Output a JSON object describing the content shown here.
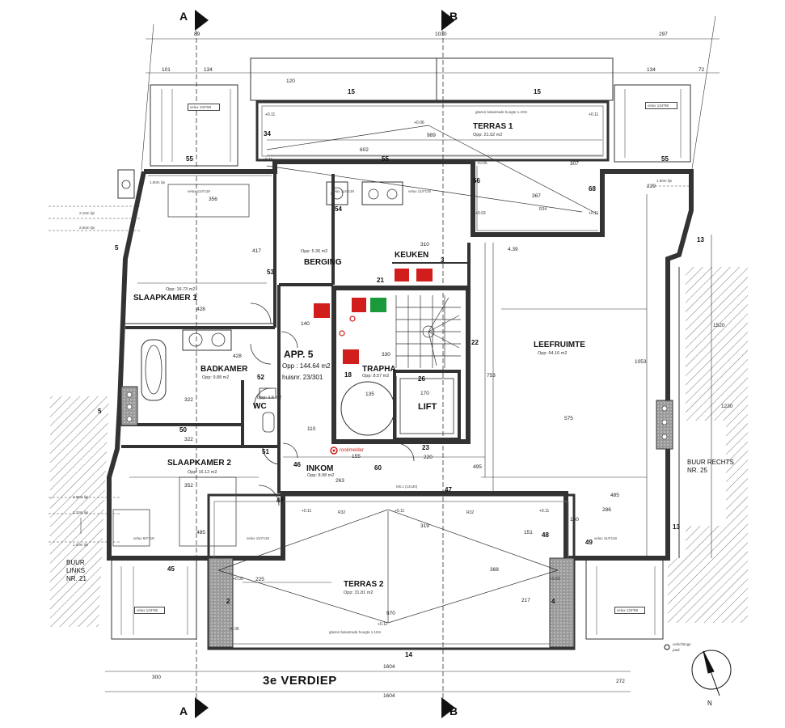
{
  "plan_title": "3e VERDIEP",
  "section_a": "A",
  "section_b": "B",
  "apartment": {
    "name": "APP. 5",
    "area": "Opp : 144.64 m2",
    "house_no": "huisnr. 23/301"
  },
  "rooms": {
    "terras1": {
      "name": "TERRAS 1",
      "area": "Opp: 21.52 m2"
    },
    "terras2": {
      "name": "TERRAS 2",
      "area": "Opp: 31.81 m2"
    },
    "slaapkamer1": {
      "name": "SLAAPKAMER 1",
      "area": "Opp: 16.73 m2"
    },
    "slaapkamer2": {
      "name": "SLAAPKAMER 2",
      "area": "Opp: 16.12 m2"
    },
    "badkamer": {
      "name": "BADKAMER",
      "area": "Opp: 9.88 m2"
    },
    "berging": {
      "name": "BERGING",
      "area": "Opp: 5.36 m2"
    },
    "keuken": {
      "name": "KEUKEN"
    },
    "leefruimte": {
      "name": "LEEFRUIMTE",
      "area": "Opp: 64.16 m2"
    },
    "trapha": {
      "name": "TRAPHA",
      "area": "Opp: 8.57 m2"
    },
    "lift": {
      "name": "LIFT"
    },
    "wc": {
      "name": "WC",
      "area": "Opp: 1.5 m2"
    },
    "inkom": {
      "name": "INKOM",
      "area": "Opp: 8.98 m2"
    }
  },
  "neighbours": {
    "left": [
      "BUUR",
      "LINKS",
      "NR. 21"
    ],
    "right": [
      "BUUR RECHTS",
      "NR. 25"
    ]
  },
  "notes": {
    "glass_rail_1": "glazen balustrade hoogte 1.10m",
    "glass_rail_2": "glazen balustrade hoogte 1.10m",
    "rook": "rookmelder",
    "lighting": [
      "verlichtings",
      "paal"
    ],
    "velux": [
      "velux 134*98",
      "velux 114*118",
      "velux 114*118",
      "velux 114*118",
      "velux 134*98",
      "velux 94*118",
      "velux 114*118",
      "velux 114*118",
      "velux 134*98",
      "velux 134*98"
    ],
    "height_left": [
      "1.00m lijn",
      "2.10m lijn",
      "2.50m lijn"
    ],
    "height_bottom": [
      "1.00m lijn",
      "2.10m lijn",
      "2.50m lijn"
    ],
    "height_right": "1.90m lijn",
    "kb": "KB.1 (14x30)",
    "north": "N"
  },
  "dims": {
    "top": [
      "89",
      "1030",
      "297"
    ],
    "top2": [
      "101",
      "134",
      "134",
      "72"
    ],
    "terras1": [
      "602",
      "989",
      "367",
      "307"
    ],
    "bottom": [
      "300",
      "1604",
      "272"
    ],
    "bottom_total": "1604",
    "misc": [
      "120",
      "15",
      "15",
      "417",
      "428",
      "428",
      "322",
      "322",
      "356",
      "352",
      "485",
      "310",
      "330",
      "135",
      "170",
      "575",
      "753",
      "1053",
      "495",
      "220",
      "155",
      "110",
      "263",
      "140",
      "225",
      "970",
      "319",
      "368",
      "217",
      "151",
      "286",
      "229",
      "150",
      "1520",
      "1230",
      "485",
      "4.39"
    ],
    "levels": [
      "+0.11",
      "+0.11",
      "+0.11",
      "+0.11",
      "+0.05",
      "+0.03",
      "+0.06",
      "+0.11",
      "+0.11",
      "+0.11",
      "+0.03",
      "+0.06",
      "+0.11",
      "+0.03"
    ],
    "ref_top": [
      "R34",
      "R32",
      "R32"
    ],
    "wall_nums": [
      "34",
      "55",
      "55",
      "56",
      "68",
      "55",
      "5",
      "53",
      "54",
      "21",
      "22",
      "18",
      "26",
      "52",
      "50",
      "51",
      "46",
      "46",
      "60",
      "23",
      "47",
      "48",
      "13",
      "13",
      "49",
      "45",
      "2",
      "4",
      "14",
      "3",
      "5"
    ]
  }
}
